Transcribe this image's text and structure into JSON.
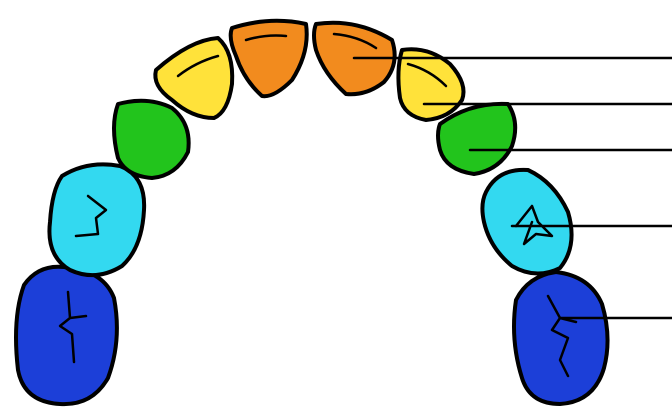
{
  "diagram": {
    "colors": {
      "central_incisor": "#f28b1e",
      "lateral_incisor": "#ffe23a",
      "canine": "#22c41c",
      "premolar": "#33d9f0",
      "molar": "#1c3fd8",
      "outline": "#000000",
      "background": "#ffffff"
    },
    "teeth": [
      {
        "side": "left",
        "type": "molar"
      },
      {
        "side": "left",
        "type": "premolar"
      },
      {
        "side": "left",
        "type": "canine"
      },
      {
        "side": "left",
        "type": "lateral_incisor"
      },
      {
        "side": "left",
        "type": "central_incisor"
      },
      {
        "side": "right",
        "type": "central_incisor"
      },
      {
        "side": "right",
        "type": "lateral_incisor"
      },
      {
        "side": "right",
        "type": "canine"
      },
      {
        "side": "right",
        "type": "premolar"
      },
      {
        "side": "right",
        "type": "molar"
      }
    ],
    "labels": [
      "",
      "",
      "",
      "",
      ""
    ]
  }
}
